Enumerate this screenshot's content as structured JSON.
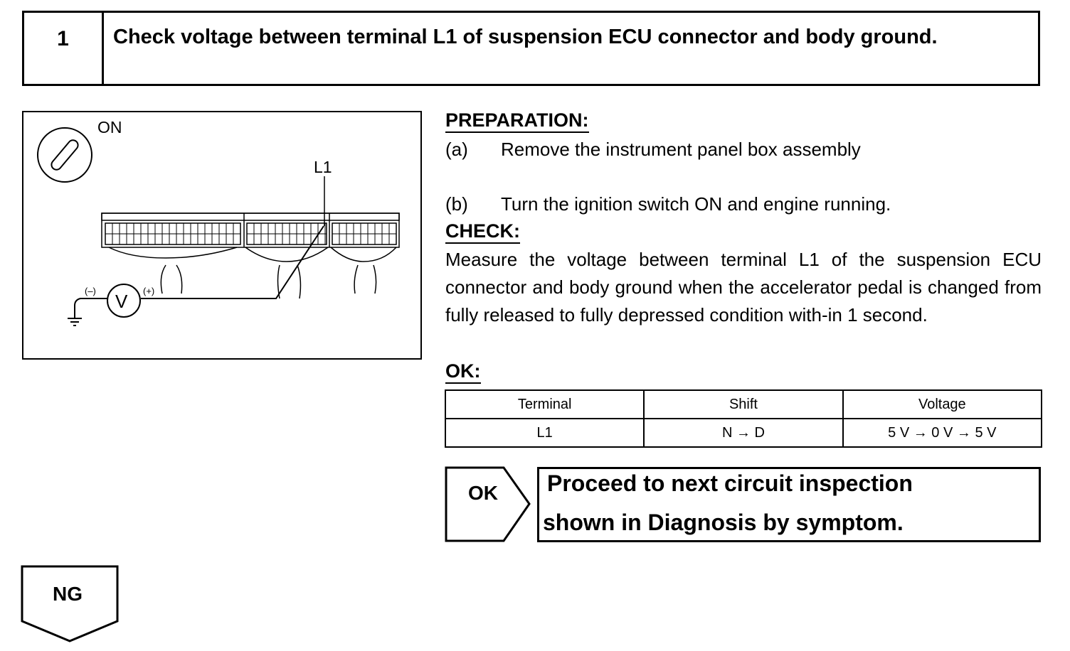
{
  "header": {
    "step_number": "1",
    "title": "Check voltage between terminal L1 of suspension ECU connector and body ground."
  },
  "illustration": {
    "ignition_label": "ON",
    "terminal_label": "L1",
    "meter_symbol": "V",
    "neg_label": "(–)",
    "pos_label": "(+)"
  },
  "preparation": {
    "heading": "PREPARATION:",
    "steps": [
      {
        "label": "(a)",
        "text": "Remove the instrument panel box assembly"
      },
      {
        "label": "(b)",
        "text": "Turn the ignition switch ON and engine running."
      }
    ]
  },
  "check": {
    "heading": "CHECK:",
    "text": "Measure the voltage between terminal L1 of the suspension ECU connector and body ground when the accelerator pedal is changed from fully released to fully depressed condition with-in 1 second."
  },
  "ok_spec": {
    "heading": "OK:",
    "headers": [
      "Terminal",
      "Shift",
      "Voltage"
    ],
    "rows": [
      [
        "L1",
        "N → D",
        "5 V → 0 V → 5 V"
      ]
    ]
  },
  "ok_result": {
    "label": "OK",
    "line1": "Proceed to next circuit inspection",
    "line2": "shown in Diagnosis by symptom."
  },
  "ng_result": {
    "label": "NG"
  }
}
